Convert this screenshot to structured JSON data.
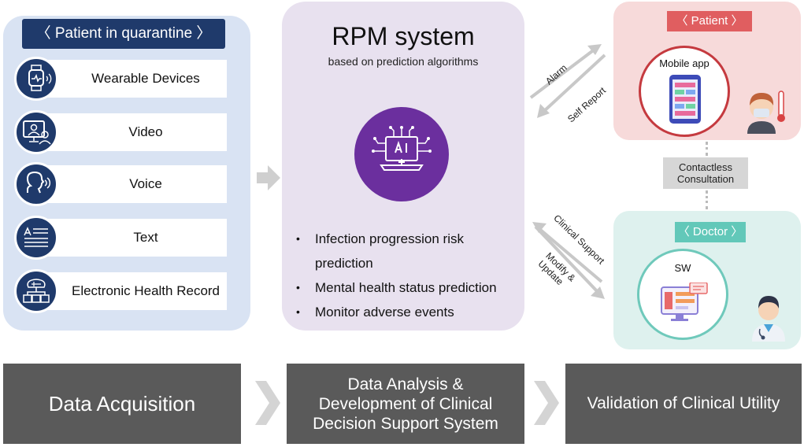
{
  "left": {
    "title": "〈 Patient in quarantine 〉",
    "sources": [
      {
        "label": "Wearable Devices",
        "icon": "smartwatch-icon"
      },
      {
        "label": "Video",
        "icon": "video-call-icon"
      },
      {
        "label": "Voice",
        "icon": "voice-icon"
      },
      {
        "label": "Text",
        "icon": "text-document-icon"
      },
      {
        "label": "Electronic Health Record",
        "icon": "health-record-icon"
      }
    ]
  },
  "middle": {
    "title": "RPM system",
    "subtitle": "based on prediction algorithms",
    "icon": "ai-chip-icon",
    "bullets": [
      "Infection progression risk prediction",
      "Mental health status prediction",
      "Monitor adverse events"
    ]
  },
  "patient": {
    "tag": "〈 Patient 〉",
    "app_label": "Mobile app"
  },
  "doctor": {
    "tag": "〈 Doctor 〉",
    "sw_label": "SW"
  },
  "consultation": {
    "line1": "Contactless",
    "line2": "Consultation"
  },
  "arrows": {
    "alarm": "Alarm",
    "self_report": "Self Report",
    "clinical_support": "Clinical Support",
    "modify_line1": "Modify &",
    "modify_line2": "Update"
  },
  "bottom": {
    "stage1": "Data Acquisition",
    "stage2_line1": "Data Analysis &",
    "stage2_line2": "Development of Clinical",
    "stage2_line3": "Decision Support System",
    "stage3": "Validation of Clinical Utility"
  },
  "colors": {
    "navy": "#1f3a6b",
    "purple": "#6b2f9e",
    "patient_red": "#e05e60",
    "doctor_teal": "#62c8b9",
    "stage_grey": "#5a5a5a"
  }
}
